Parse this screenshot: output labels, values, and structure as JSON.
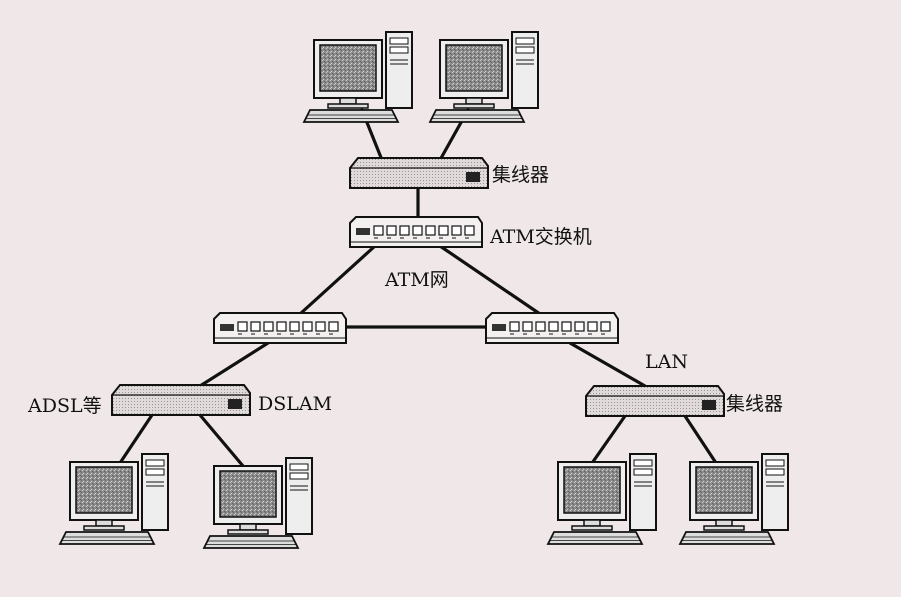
{
  "labels": {
    "top_hub": "集线器",
    "atm_switch": "ATM交换机",
    "atm_network": "ATM网",
    "adsl": "ADSL等",
    "dslam": "DSLAM",
    "lan": "LAN",
    "right_hub": "集线器"
  },
  "colors": {
    "background": "#f0e8e8",
    "line": "#111111",
    "device_fill": "#d9d3d3",
    "screen_fill": "#9a9a9a"
  },
  "icons": [
    "computer-icon",
    "hub-icon",
    "switch-icon"
  ]
}
